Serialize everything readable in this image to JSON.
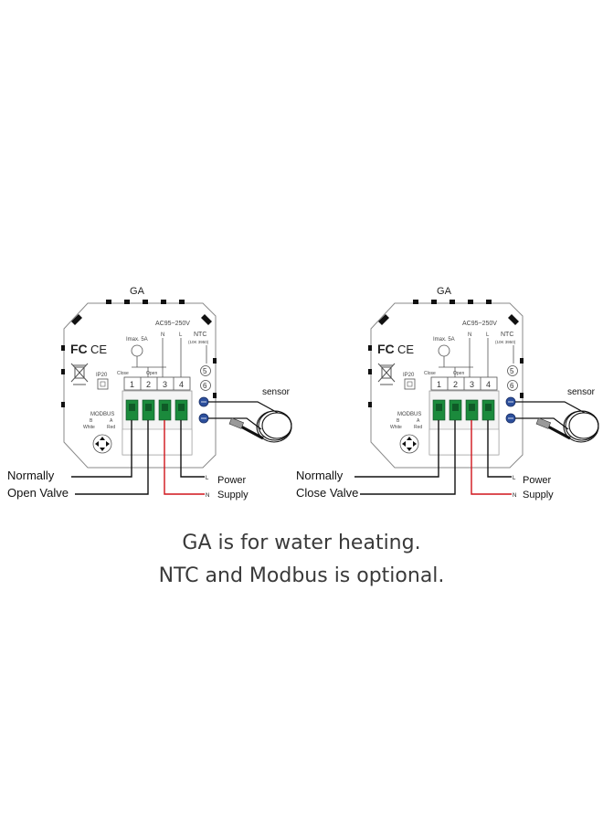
{
  "colors": {
    "wire_black": "#111111",
    "wire_red": "#d0141b",
    "terminal_green": "#1b8a3c",
    "screw_blue": "#2c4f9c",
    "body_line": "#8a8a8a"
  },
  "units": [
    {
      "title": "GA",
      "voltage": "AC95~250V",
      "current": "Imax. 5A",
      "pin_n": "N",
      "pin_l": "L",
      "valve_close": "Close",
      "valve_open": "Open",
      "ntc_title": "NTC",
      "ntc_sub": "(10K 3950)",
      "ip_rating": "IP20",
      "modbus": "MODBUS",
      "modbus_b": "B",
      "modbus_a": "A",
      "modbus_white": "White",
      "modbus_red": "Red",
      "terminals": [
        "1",
        "2",
        "3",
        "4"
      ],
      "ntc_terminals": [
        "5",
        "6"
      ],
      "sensor": "sensor",
      "valve_line1": "Normally",
      "valve_line2": "Open Valve",
      "l_marker": "L",
      "n_marker": "N",
      "power1": "Power",
      "power2": "Supply"
    },
    {
      "title": "GA",
      "voltage": "AC95~250V",
      "current": "Imax. 5A",
      "pin_n": "N",
      "pin_l": "L",
      "valve_close": "Close",
      "valve_open": "Open",
      "ntc_title": "NTC",
      "ntc_sub": "(10K 3950)",
      "ip_rating": "IP20",
      "modbus": "MODBUS",
      "modbus_b": "B",
      "modbus_a": "A",
      "modbus_white": "White",
      "modbus_red": "Red",
      "terminals": [
        "1",
        "2",
        "3",
        "4"
      ],
      "ntc_terminals": [
        "5",
        "6"
      ],
      "sensor": "sensor",
      "valve_line1": "Normally",
      "valve_line2": "Close Valve",
      "l_marker": "L",
      "n_marker": "N",
      "power1": "Power",
      "power2": "Supply"
    }
  ],
  "caption": {
    "line1": "GA is for water heating.",
    "line2": "NTC and Modbus is optional."
  }
}
